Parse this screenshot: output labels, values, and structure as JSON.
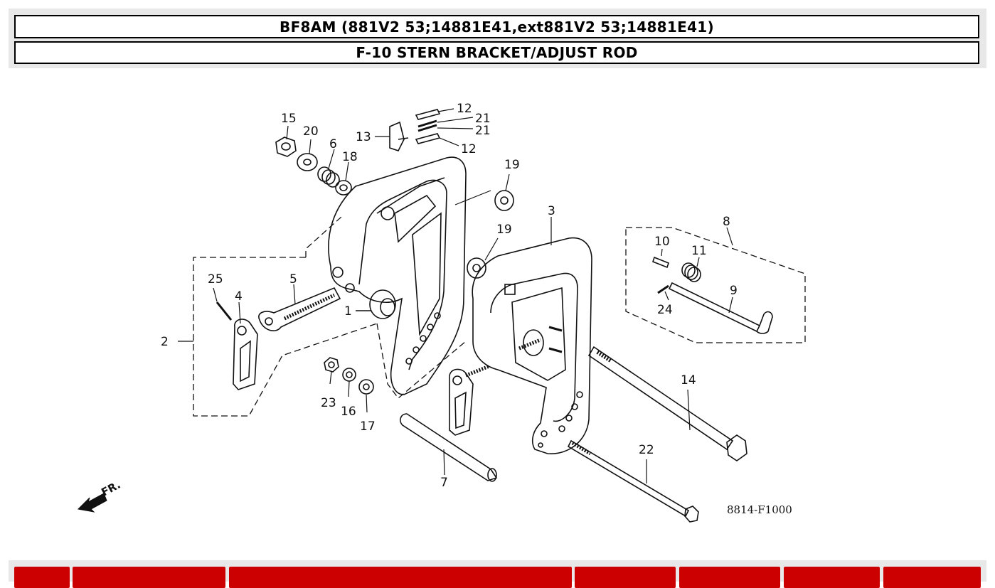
{
  "header": {
    "model_title": "BF8AM (881V2 53;14881E41,ext881V2 53;14881E41)",
    "section_title": "F-10 STERN BRACKET/ADJUST ROD"
  },
  "diagram": {
    "callouts": [
      "1",
      "2",
      "3",
      "4",
      "5",
      "6",
      "7",
      "8",
      "9",
      "10",
      "11",
      "12",
      "12",
      "13",
      "14",
      "15",
      "16",
      "17",
      "18",
      "19",
      "19",
      "20",
      "21",
      "21",
      "22",
      "23",
      "24",
      "25"
    ],
    "drawing_code": "8814-F1000",
    "direction_label": "FR."
  },
  "colors": {
    "table_header": "#cc0000",
    "panel": "#e8e8e8"
  }
}
